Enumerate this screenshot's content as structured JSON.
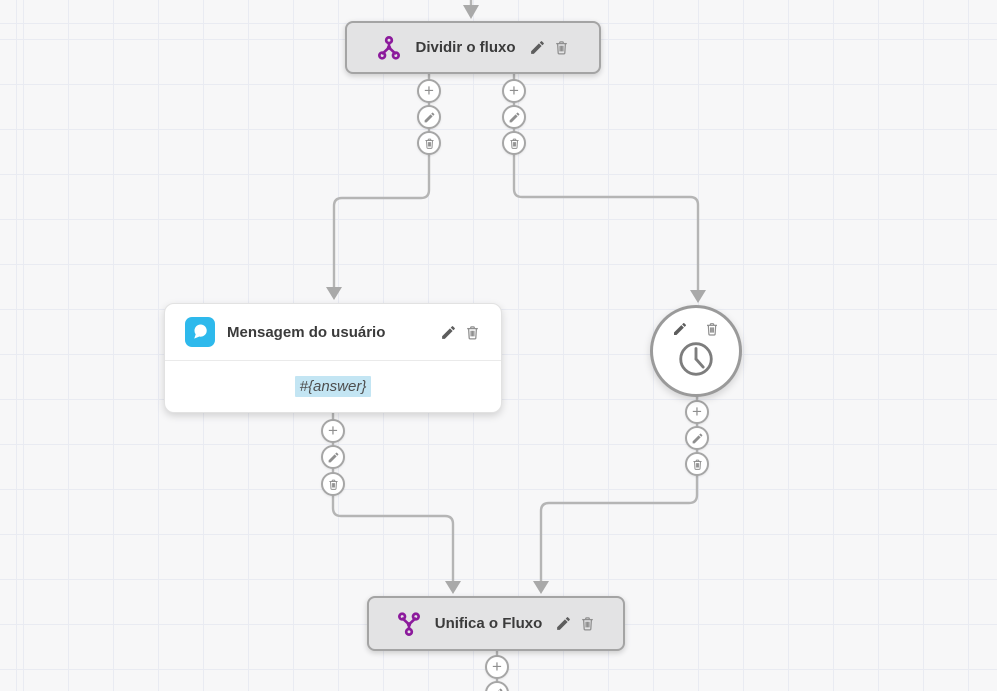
{
  "canvas": {
    "background_color": "#f7f7f8",
    "grid_color": "#e9ebf2",
    "connector_color": "#b5b5b5"
  },
  "palette": {
    "branch_purple": "#8C1A9C",
    "message_blue": "#2EB9EC",
    "node_gray": "#e3e3e4",
    "highlight_blue": "#c3e5f3"
  },
  "nodes": {
    "split": {
      "title": "Dividir o fluxo",
      "icon": "split-branch-icon"
    },
    "user_message": {
      "title": "Mensagem do usuário",
      "body": "#{answer}",
      "icon": "chat-bubble-icon"
    },
    "timer": {
      "icon": "clock-icon"
    },
    "merge": {
      "title": "Unifica o Fluxo",
      "icon": "merge-branch-icon"
    }
  },
  "port_menu": {
    "add_symbol": "+",
    "icons": {
      "add": "plus-icon",
      "edit": "pencil-icon",
      "delete": "trash-icon"
    }
  }
}
